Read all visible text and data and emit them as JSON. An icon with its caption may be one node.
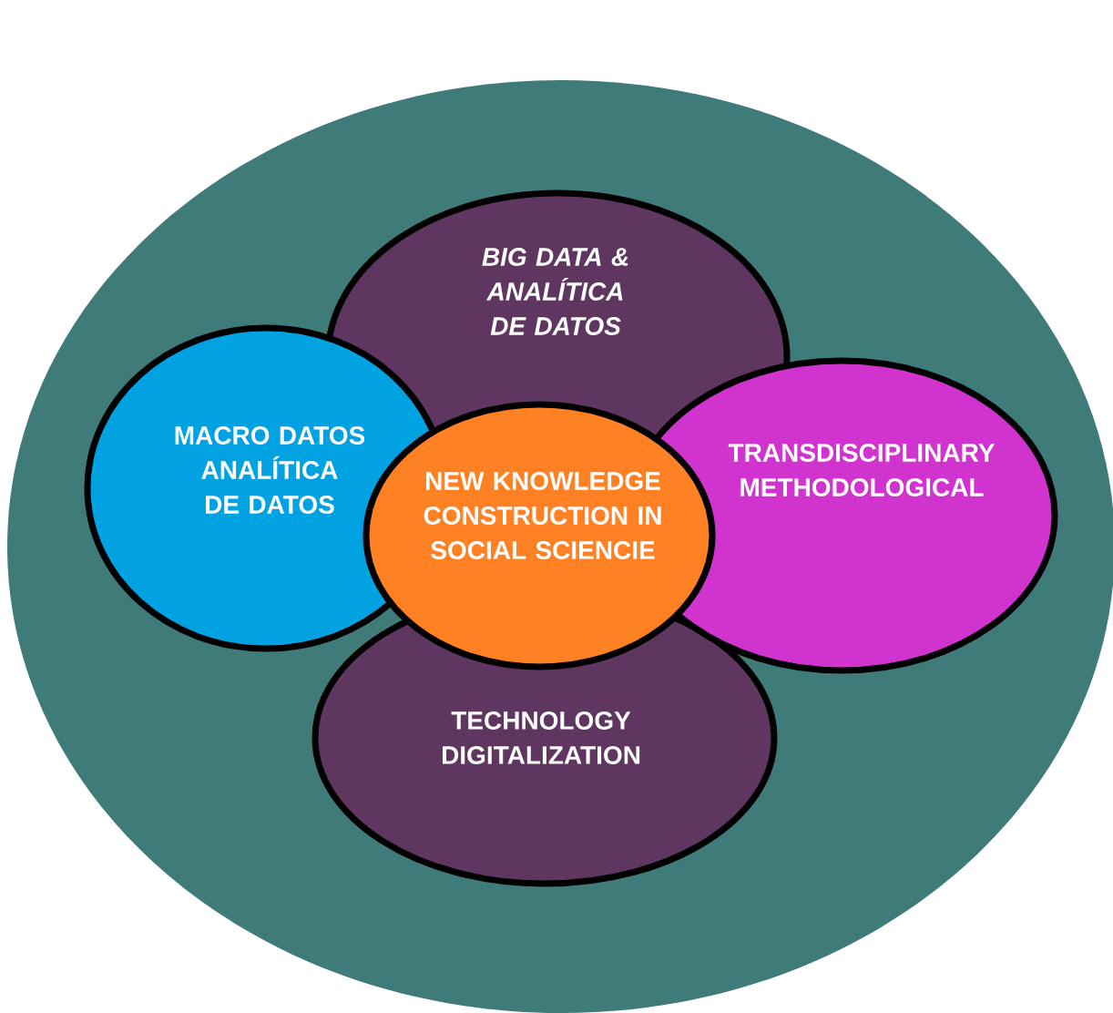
{
  "diagram": {
    "nodes": [
      {
        "text": [],
        "shape": "circle"
      },
      {
        "text": [
          "BIG DATA & ANALÍTICA DE DATOS"
        ],
        "in": 0
      },
      {
        "text": [
          "MACRO DATOS ANALÍTICA DE DATOS"
        ],
        "in": 0
      },
      {
        "text": [
          "NEW KNOWLEDGE CONSTRUCTION IN SOCIAL SCIENCIE"
        ],
        "in": 0
      },
      {
        "text": [
          "TRANSDISCIPLINARY METHODOLOGICAL"
        ],
        "in": 0
      },
      {
        "text": [
          "TECHNOLOGY DIGITALIZATION"
        ],
        "in": 0
      }
    ]
  }
}
